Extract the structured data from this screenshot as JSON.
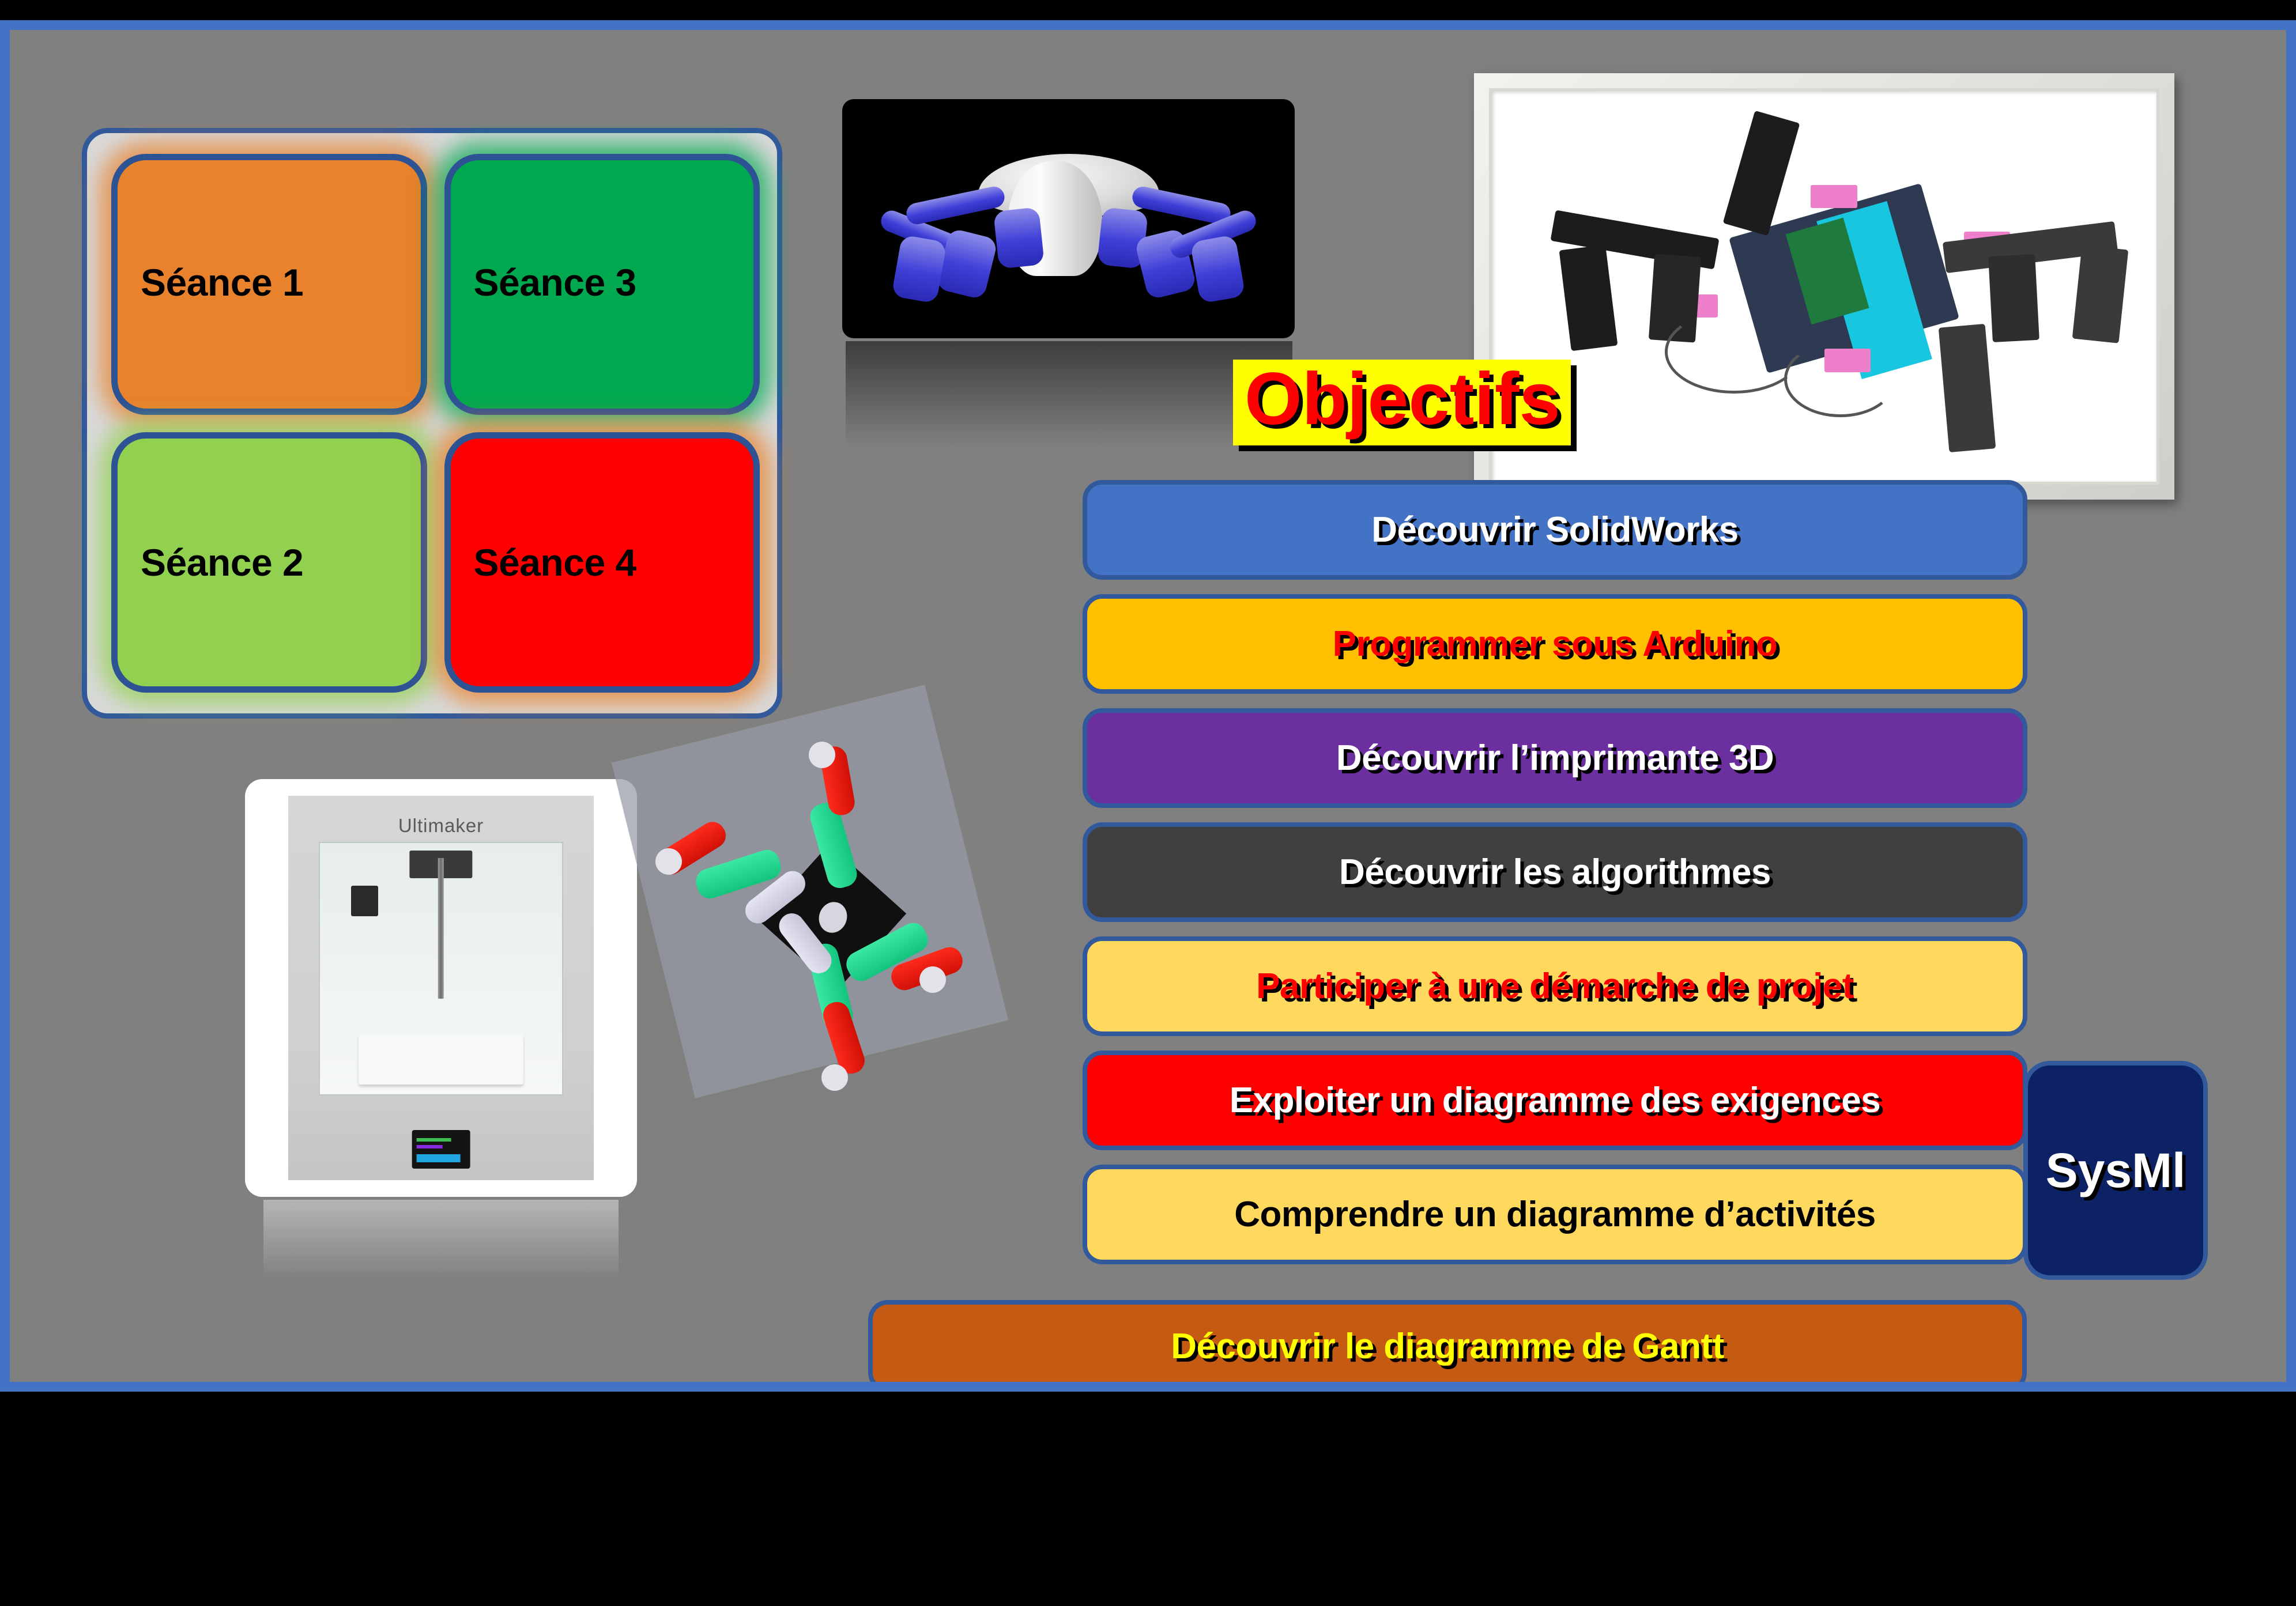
{
  "slide": {
    "background_color": "#808080",
    "border_color": "#4472C4",
    "letterbox_color": "#000000"
  },
  "seance_panel": {
    "panel_bg": "#D9D9D9",
    "panel_border": "#31599B",
    "cards": [
      {
        "label": "Séance 1",
        "color": "#E8822C",
        "position": "top-left"
      },
      {
        "label": "Séance 3",
        "color": "#00A94F",
        "position": "top-right"
      },
      {
        "label": "Séance 2",
        "color": "#92D050",
        "position": "bottom-left"
      },
      {
        "label": "Séance 4",
        "color": "#FF0000",
        "position": "bottom-right"
      }
    ]
  },
  "images": {
    "spider_render": {
      "alt": "Rendu 3D robot araignée bleu et blanc",
      "background": "#000000"
    },
    "hexapod_photo": {
      "alt": "Photo robot hexapode encadrée",
      "frame_color": "#E3E2DC"
    },
    "printer_photo": {
      "alt": "Imprimante 3D Ultimaker",
      "brand": "Ultimaker"
    },
    "cad_robot": {
      "alt": "Modèle CAO robot quadrupède rouge et vert"
    }
  },
  "title": {
    "text": "Objectifs",
    "text_color": "#FF0000",
    "highlight_color": "#FFFF00",
    "shadow_color": "#000000"
  },
  "objectives": [
    {
      "label": "Découvrir SolidWorks",
      "bg": "#4472C4",
      "text_color": "#FFFFFF",
      "shadow": true
    },
    {
      "label": "Programmer sous Arduino",
      "bg": "#FFC000",
      "text_color": "#FF0000",
      "shadow": true
    },
    {
      "label": "Découvrir l’imprimante 3D",
      "bg": "#6C2FA0",
      "text_color": "#FFFFFF",
      "shadow": true
    },
    {
      "label": "Découvrir les algorithmes",
      "bg": "#404040",
      "text_color": "#FFFFFF",
      "shadow": true
    },
    {
      "label": "Participer à une démarche de projet",
      "bg": "#FFD95E",
      "text_color": "#FF0000",
      "shadow": true
    },
    {
      "label": "Exploiter un diagramme des exigences",
      "bg": "#FF0000",
      "text_color": "#FFFFFF",
      "shadow": true
    },
    {
      "label": "Comprendre un diagramme d’activités",
      "bg": "#FFD95E",
      "text_color": "#000000",
      "shadow": false
    }
  ],
  "sysml_badge": {
    "label": "SysMl",
    "bg": "#0C2265",
    "text_color": "#FFFFFF"
  },
  "gantt": {
    "label": "Découvrir le diagramme de Gantt",
    "bg": "#C55A13",
    "text_color": "#FFFF00"
  }
}
